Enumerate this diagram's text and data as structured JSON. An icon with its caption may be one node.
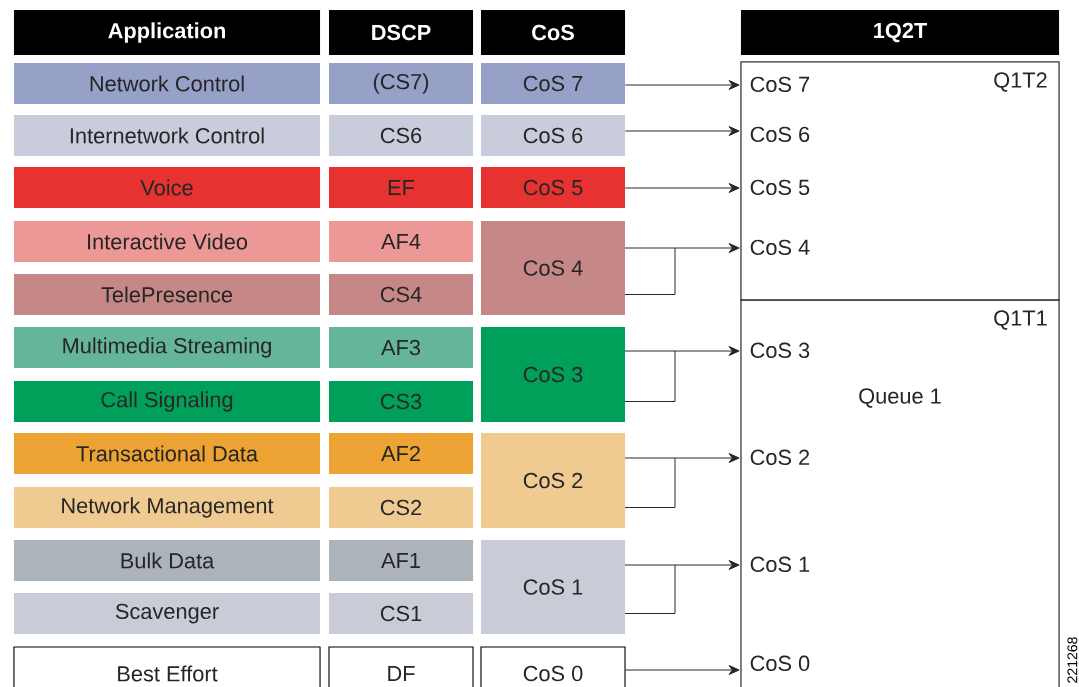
{
  "diagram": {
    "nodes": [
      {
        "text": [
          "Application"
        ]
      },
      {
        "text": [
          "DSCP"
        ]
      },
      {
        "text": [
          "CoS"
        ]
      },
      {
        "text": [
          "1Q2T"
        ]
      },
      {
        "text": [
          "Network Control"
        ]
      },
      {
        "text": [
          "(CS7)"
        ]
      },
      {
        "text": [
          "CoS 7"
        ]
      },
      {
        "text": [
          "Internetwork Control"
        ]
      },
      {
        "text": [
          "CS6"
        ]
      },
      {
        "text": [
          "CoS 6"
        ]
      },
      {
        "text": [
          "Voice"
        ]
      },
      {
        "text": [
          "EF"
        ]
      },
      {
        "text": [
          "CoS 5"
        ]
      },
      {
        "text": [
          "Interactive Video"
        ]
      },
      {
        "text": [
          "AF4"
        ]
      },
      {
        "text": [
          "CoS 4"
        ]
      },
      {
        "text": [
          "TelePresence"
        ]
      },
      {
        "text": [
          "CS4"
        ]
      },
      {
        "text": [
          "Multimedia Streaming"
        ]
      },
      {
        "text": [
          "AF3"
        ]
      },
      {
        "text": [
          "CoS 3"
        ]
      },
      {
        "text": [
          "Call Signaling"
        ]
      },
      {
        "text": [
          "CS3"
        ]
      },
      {
        "text": [
          "Transactional Data"
        ]
      },
      {
        "text": [
          "AF2"
        ]
      },
      {
        "text": [
          "CoS 2"
        ]
      },
      {
        "text": [
          "Network Management"
        ]
      },
      {
        "text": [
          "CS2"
        ]
      },
      {
        "text": [
          "Bulk Data"
        ]
      },
      {
        "text": [
          "AF1"
        ]
      },
      {
        "text": [
          "CoS 1"
        ]
      },
      {
        "text": [
          "Scavenger"
        ]
      },
      {
        "text": [
          "CS1"
        ]
      },
      {
        "text": [
          "Best Effort"
        ]
      },
      {
        "text": [
          "DF"
        ]
      },
      {
        "text": [
          "CoS 0"
        ]
      },
      {
        "text": [
          "Q1T2"
        ]
      },
      {
        "text": [
          "CoS 7"
        ],
        "in": 36
      },
      {
        "text": [
          "CoS 6"
        ],
        "in": 36
      },
      {
        "text": [
          "CoS 5"
        ],
        "in": 36
      },
      {
        "text": [
          "CoS 4"
        ],
        "in": 36
      },
      {
        "text": [
          "Q1T1",
          "Queue 1"
        ]
      },
      {
        "text": [
          "CoS 3"
        ],
        "in": 41
      },
      {
        "text": [
          "CoS 2"
        ],
        "in": 41
      },
      {
        "text": [
          "CoS 1"
        ],
        "in": 41
      },
      {
        "text": [
          "CoS 0"
        ],
        "in": 41
      }
    ],
    "edges": [
      {
        "from": 6,
        "to": 37,
        "arrow": "to"
      },
      {
        "from": 9,
        "to": 38,
        "arrow": "to"
      },
      {
        "from": 12,
        "to": 39,
        "arrow": "to"
      },
      {
        "from": 15,
        "to": 40,
        "arrow": "to"
      },
      {
        "from": 20,
        "to": 42,
        "arrow": "to"
      },
      {
        "from": 25,
        "to": 43,
        "arrow": "to"
      },
      {
        "from": 30,
        "to": 44,
        "arrow": "to"
      },
      {
        "from": 35,
        "to": 45,
        "arrow": "to"
      }
    ],
    "labels": [
      "221268"
    ]
  }
}
